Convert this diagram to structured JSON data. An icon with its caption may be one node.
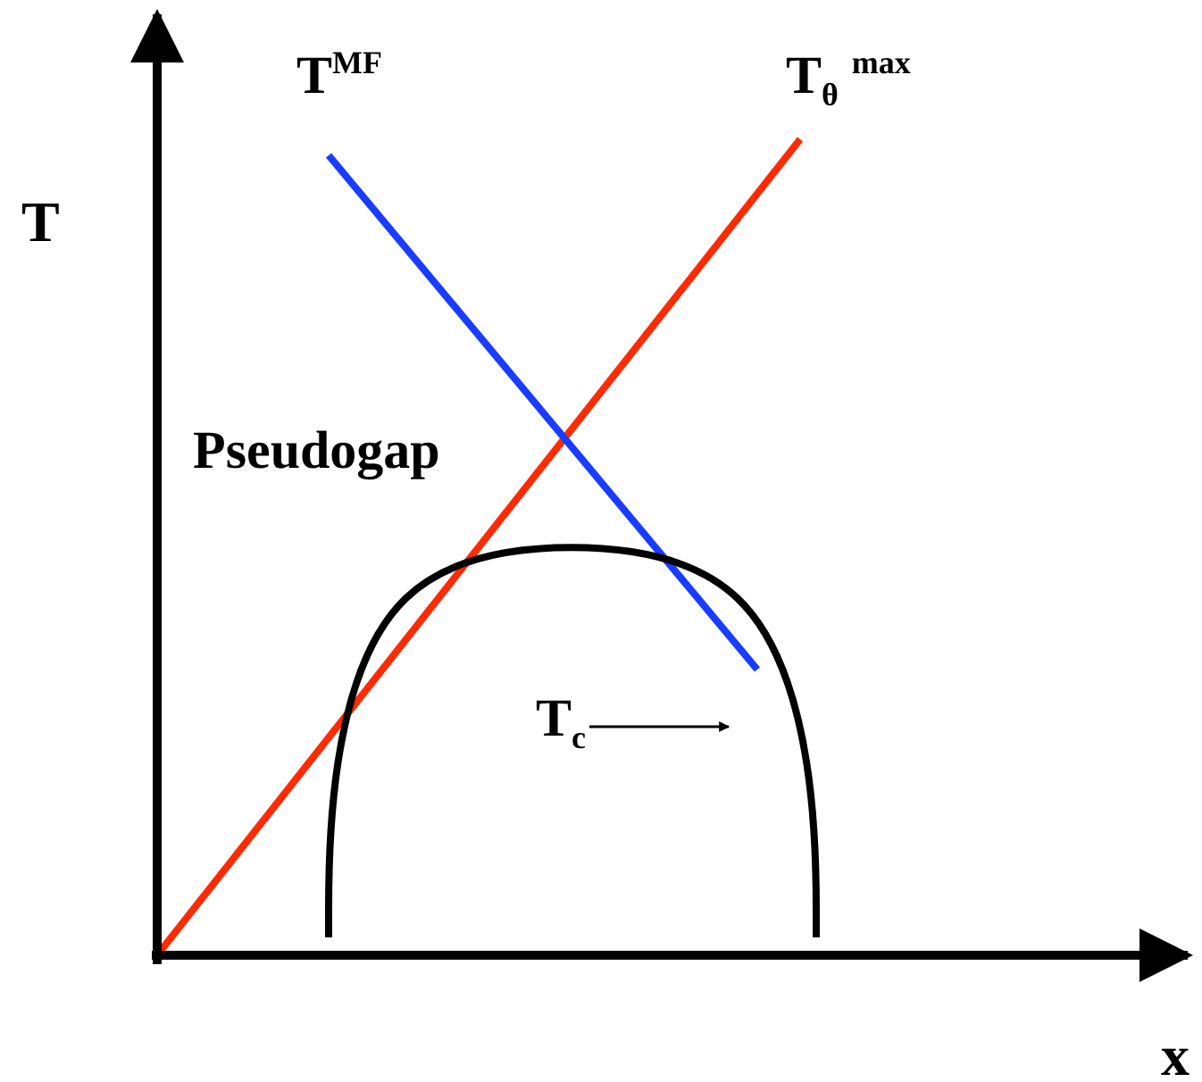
{
  "diagram": {
    "labels": [
      "T$^{MF}$",
      "T$_{θ}$ $^{max}$",
      "T",
      "Pseudogap",
      "T$_{c}$",
      "x"
    ]
  }
}
